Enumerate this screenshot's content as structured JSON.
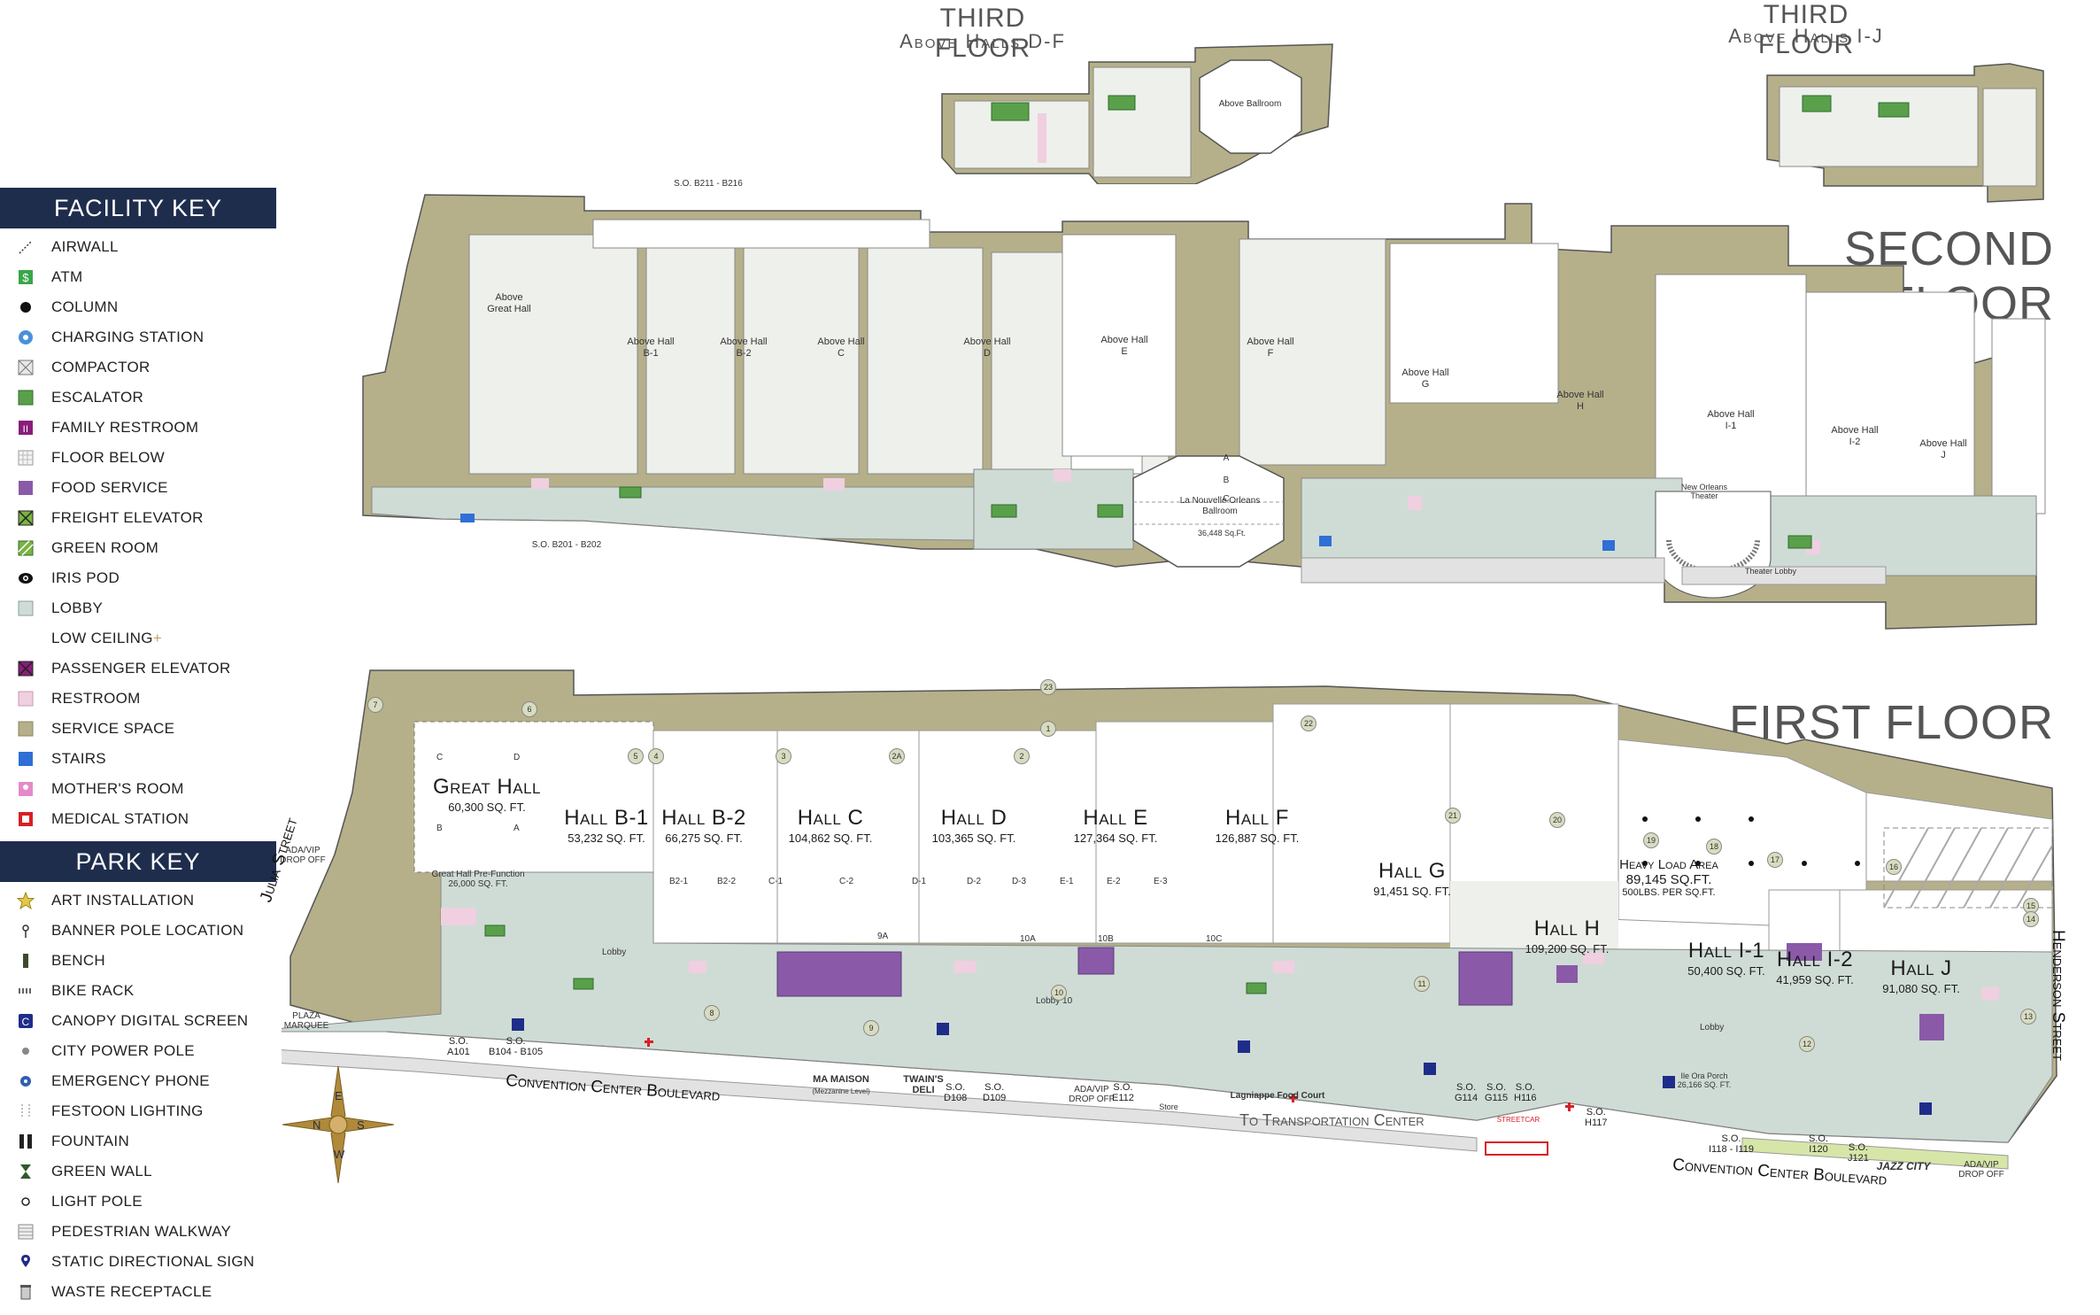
{
  "facility_key": {
    "title": "FACILITY KEY",
    "items": [
      {
        "label": "AIRWALL",
        "icon": "airwall-icon"
      },
      {
        "label": "ATM",
        "icon": "atm-icon",
        "color": "#3aa64a"
      },
      {
        "label": "COLUMN",
        "icon": "column-icon",
        "color": "#111111"
      },
      {
        "label": "CHARGING STATION",
        "icon": "charging-station-icon",
        "color": "#4a90d9"
      },
      {
        "label": "COMPACTOR",
        "icon": "compactor-icon"
      },
      {
        "label": "ESCALATOR",
        "icon": "escalator-icon",
        "color": "#5aa04a"
      },
      {
        "label": "FAMILY RESTROOM",
        "icon": "family-restroom-icon",
        "color": "#8a1d7a"
      },
      {
        "label": "FLOOR BELOW",
        "icon": "floor-below-icon"
      },
      {
        "label": "FOOD SERVICE",
        "icon": "food-service-icon",
        "color": "#8a5aa8"
      },
      {
        "label": "FREIGHT ELEVATOR",
        "icon": "freight-elevator-icon",
        "color": "#7cb342"
      },
      {
        "label": "GREEN ROOM",
        "icon": "green-room-icon",
        "color": "#7cb342"
      },
      {
        "label": "IRIS POD",
        "icon": "iris-pod-icon",
        "color": "#111111"
      },
      {
        "label": "LOBBY",
        "icon": "lobby-icon",
        "color": "#cfdcd6"
      },
      {
        "label": "LOW CEILING",
        "icon": "low-ceiling-icon",
        "color": "#c8a070"
      },
      {
        "label": "PASSENGER ELEVATOR",
        "icon": "passenger-elevator-icon",
        "color": "#8a1d7a"
      },
      {
        "label": "RESTROOM",
        "icon": "restroom-icon",
        "color": "#f0cfe0"
      },
      {
        "label": "SERVICE SPACE",
        "icon": "service-space-icon",
        "color": "#b5b08a"
      },
      {
        "label": "STAIRS",
        "icon": "stairs-icon",
        "color": "#2f6fd6"
      },
      {
        "label": "MOTHER'S ROOM",
        "icon": "mothers-room-icon",
        "color": "#e58ac8"
      },
      {
        "label": "MEDICAL STATION",
        "icon": "medical-station-icon",
        "color": "#d81f26"
      }
    ]
  },
  "park_key": {
    "title": "PARK KEY",
    "items": [
      {
        "label": "ART INSTALLATION",
        "icon": "art-installation-icon"
      },
      {
        "label": "BANNER POLE LOCATION",
        "icon": "banner-pole-icon"
      },
      {
        "label": "BENCH",
        "icon": "bench-icon"
      },
      {
        "label": "BIKE RACK",
        "icon": "bike-rack-icon"
      },
      {
        "label": "CANOPY DIGITAL SCREEN",
        "icon": "canopy-digital-screen-icon"
      },
      {
        "label": "CITY POWER POLE",
        "icon": "city-power-pole-icon"
      },
      {
        "label": "EMERGENCY PHONE",
        "icon": "emergency-phone-icon"
      },
      {
        "label": "FESTOON LIGHTING",
        "icon": "festoon-lighting-icon"
      },
      {
        "label": "FOUNTAIN",
        "icon": "fountain-icon"
      },
      {
        "label": "GREEN WALL",
        "icon": "green-wall-icon"
      },
      {
        "label": "LIGHT POLE",
        "icon": "light-pole-icon"
      },
      {
        "label": "PEDESTRIAN WALKWAY",
        "icon": "pedestrian-walkway-icon"
      },
      {
        "label": "STATIC DIRECTIONAL SIGN",
        "icon": "static-directional-sign-icon"
      },
      {
        "label": "WASTE RECEPTACLE",
        "icon": "waste-receptacle-icon"
      }
    ]
  },
  "floors": {
    "third_df": {
      "title": "THIRD FLOOR",
      "subtitle": "Above Halls D-F",
      "ballroom": "Above Ballroom"
    },
    "third_ij": {
      "title": "THIRD FLOOR",
      "subtitle": "Above Halls I-J"
    },
    "second": {
      "title": "SECOND FLOOR",
      "areas": [
        "Above Great Hall",
        "Above Hall B-1",
        "Above Hall B-2",
        "Above Hall C",
        "Above Hall D",
        "Above Hall E",
        "Above Hall F",
        "Above Hall G",
        "Above Hall H",
        "Above Hall I-1",
        "Above Hall I-2",
        "Above Hall J"
      ],
      "ballroom": {
        "name": "La Nouvelle Orleans Ballroom",
        "size": "36,448 Sq.Ft.",
        "sections": [
          "A",
          "B",
          "C"
        ]
      },
      "theater": "New Orleans Theater",
      "theater_lobby": "Theater Lobby",
      "so_top": "S.O. B211 - B216",
      "so_bottom": "S.O. B201 - B202"
    },
    "first": {
      "title": "FIRST FLOOR",
      "halls": [
        {
          "name": "Great Hall",
          "sqft": "60,300 SQ. FT."
        },
        {
          "name": "Hall B-1",
          "sqft": "53,232 SQ. FT."
        },
        {
          "name": "Hall B-2",
          "sqft": "66,275 SQ. FT."
        },
        {
          "name": "Hall C",
          "sqft": "104,862 SQ. FT."
        },
        {
          "name": "Hall D",
          "sqft": "103,365 SQ. FT."
        },
        {
          "name": "Hall E",
          "sqft": "127,364 SQ. FT."
        },
        {
          "name": "Hall F",
          "sqft": "126,887 SQ. FT."
        },
        {
          "name": "Hall G",
          "sqft": "91,451 SQ. FT."
        },
        {
          "name": "Hall H",
          "sqft": "109,200 SQ. FT."
        },
        {
          "name": "Hall I-1",
          "sqft": "50,400 SQ. FT."
        },
        {
          "name": "Hall I-2",
          "sqft": "41,959 SQ. FT."
        },
        {
          "name": "Hall J",
          "sqft": "91,080 SQ. FT."
        }
      ],
      "sections": [
        "B",
        "A",
        "C",
        "D",
        "B2-1",
        "B2-2",
        "C-1",
        "C-2",
        "D-1",
        "D-2",
        "D-3",
        "E-1",
        "E-2",
        "E-3",
        "10A",
        "10B",
        "10C",
        "9A"
      ],
      "heavy_load": {
        "name": "Heavy Load Area",
        "sqft": "89,145 SQ.FT.",
        "capacity": "500LBS. PER SQ.FT."
      },
      "great_hall_prefunction": {
        "name": "Great Hall Pre-Function",
        "sqft": "26,000 SQ. FT."
      },
      "lobby_labels": [
        "Lobby",
        "Lobby 10",
        "Lobby"
      ],
      "door_numbers": [
        "7",
        "6",
        "5",
        "4",
        "3",
        "2A",
        "2",
        "1",
        "23",
        "22",
        "21",
        "20",
        "19",
        "18",
        "17",
        "16",
        "15",
        "14",
        "13",
        "12",
        "11",
        "8",
        "9",
        "10"
      ],
      "ila_porch": {
        "name": "Ile Ora Porch",
        "sqft": "26,166 SQ. FT."
      },
      "food_court": "Lagniappe Food Court",
      "ma_maison": "MA MAISON",
      "ma_maison_sub": "(Mezzanine Level)",
      "twains": "TWAIN'S DELI",
      "ups_store": "Store",
      "streetcar": "STREETCAR",
      "to_transport": "To Transportation Center",
      "streets": {
        "julia": "Julia Street",
        "henderson": "Henderson Street",
        "boulevard": "Convention Center Boulevard"
      },
      "drop_offs": {
        "left": "ADA/VIP DROP OFF",
        "middle": "ADA/VIP DROP OFF",
        "right": "ADA/VIP DROP OFF"
      },
      "plaza": "PLAZA MARQUEE",
      "jazz_city": "JAZZ CITY",
      "service_offices": [
        {
          "line1": "S.O.",
          "line2": "A101"
        },
        {
          "line1": "S.O.",
          "line2": "B104 - B105"
        },
        {
          "line1": "S.O.",
          "line2": "D108"
        },
        {
          "line1": "S.O.",
          "line2": "D109"
        },
        {
          "line1": "S.O.",
          "line2": "E112"
        },
        {
          "line1": "S.O.",
          "line2": "G114"
        },
        {
          "line1": "S.O.",
          "line2": "G115"
        },
        {
          "line1": "S.O.",
          "line2": "H116"
        },
        {
          "line1": "S.O.",
          "line2": "H117"
        },
        {
          "line1": "S.O.",
          "line2": "I118 - I119"
        },
        {
          "line1": "S.O.",
          "line2": "I120"
        },
        {
          "line1": "S.O.",
          "line2": "J121"
        }
      ]
    }
  },
  "compass": {
    "n": "N",
    "e": "E",
    "s": "S",
    "w": "W"
  },
  "colors": {
    "navy": "#1f2d4d",
    "service": "#b5b08a",
    "service_dark": "#8a8562",
    "hall": "#ffffff",
    "floor_below": "#eef0ec",
    "lobby": "#cfdcd6",
    "restroom": "#f0cfe0",
    "food": "#8a5aa8",
    "stairs": "#2f6fd6",
    "medical": "#d81f26",
    "escalator": "#5aa04a",
    "walkway": "#e2e2e2",
    "green_strip": "#d6e6a8"
  }
}
